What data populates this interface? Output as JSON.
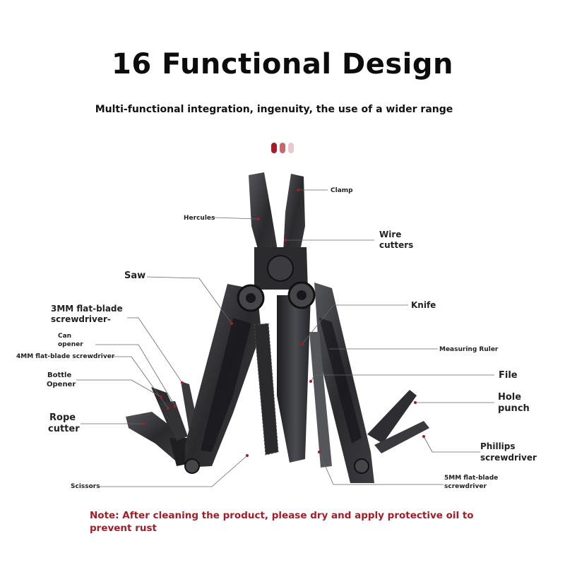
{
  "title": "16 Functional Design",
  "subtitle": "Multi-functional integration, ingenuity, the use of a wider range",
  "dots": [
    "#a51c26",
    "#c8686e",
    "#ebc8cb"
  ],
  "labels": {
    "clamp": "Clamp",
    "hercules": "Hercules",
    "wire_cutters_1": "Wire",
    "wire_cutters_2": "cutters",
    "saw": "Saw",
    "flat_3mm_1": "3MM flat-blade",
    "flat_3mm_2": "screwdriver-",
    "can_opener_1": "Can",
    "can_opener_2": "opener",
    "flat_4mm": "4MM flat-blade screwdriver",
    "bottle_opener_1": "Bottle",
    "bottle_opener_2": "Opener",
    "rope_cutter_1": "Rope",
    "rope_cutter_2": "cutter",
    "scissors": "Scissors",
    "knife": "Knife",
    "measuring_ruler": "Measuring Ruler",
    "file": "File",
    "hole_punch_1": "Hole",
    "hole_punch_2": "punch",
    "phillips_1": "Phillips",
    "phillips_2": "screwdriver",
    "flat_5mm_1": "5MM flat-blade",
    "flat_5mm_2": "screwdriver"
  },
  "note": "Note: After cleaning the product, please dry and apply protective oil to prevent rust",
  "colors": {
    "accent": "#a51c26",
    "tool": "#2e2e30",
    "line": "#666666"
  }
}
